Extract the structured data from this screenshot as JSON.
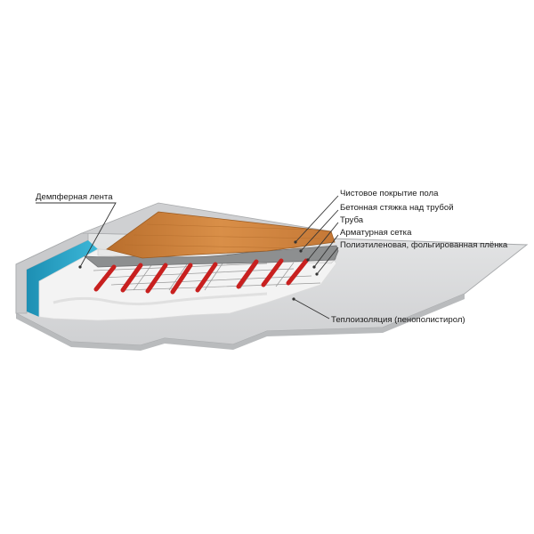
{
  "diagram": {
    "labels": {
      "damper_tape": "Демпферная лента",
      "finish_floor": "Чистовое покрытие пола",
      "concrete_screed": "Бетонная стяжка над трубой",
      "pipe": "Труба",
      "rebar_mesh": "Арматурная сетка",
      "foil_film": "Полиэтиленовая, фольгированная плёнка",
      "insulation": "Теплоизоляция (пенополистирол)"
    },
    "colors": {
      "slab": "#d9dadb",
      "slab_shadow": "#b9bbbd",
      "wall": "#c9cacc",
      "damper_tape": "#2aa6c9",
      "wood": "#d3883f",
      "screed": "#8d8f90",
      "pipe": "#c8201f",
      "insulation": "#f2f2f2",
      "leader": "#333333"
    }
  }
}
